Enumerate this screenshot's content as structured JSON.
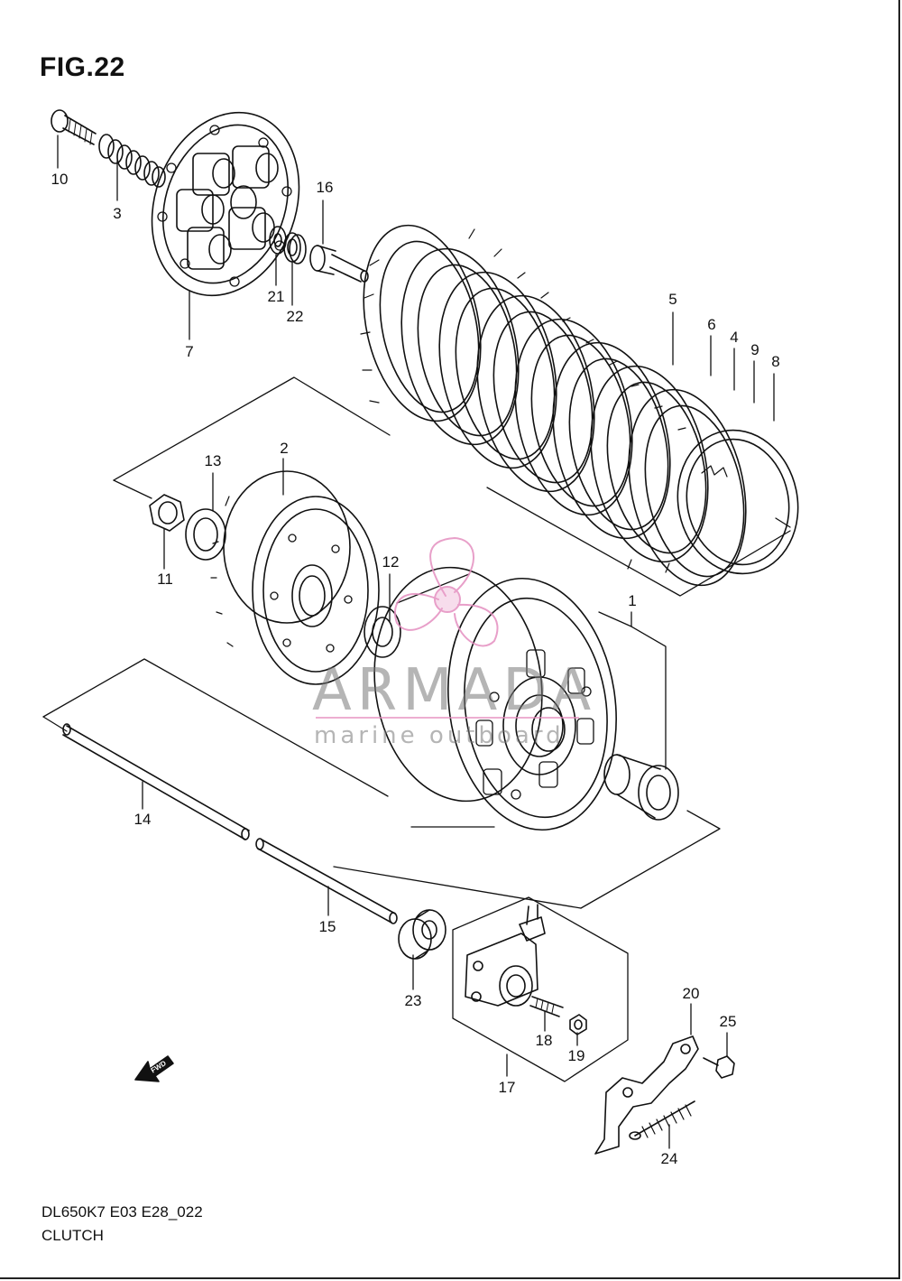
{
  "figure": {
    "title": "FIG.22"
  },
  "callouts": [
    {
      "id": "c10",
      "label": "10"
    },
    {
      "id": "c3",
      "label": "3"
    },
    {
      "id": "c7",
      "label": "7"
    },
    {
      "id": "c16",
      "label": "16"
    },
    {
      "id": "c21",
      "label": "21"
    },
    {
      "id": "c22",
      "label": "22"
    },
    {
      "id": "c5",
      "label": "5"
    },
    {
      "id": "c6",
      "label": "6"
    },
    {
      "id": "c4",
      "label": "4"
    },
    {
      "id": "c9",
      "label": "9"
    },
    {
      "id": "c8",
      "label": "8"
    },
    {
      "id": "c13",
      "label": "13"
    },
    {
      "id": "c2",
      "label": "2"
    },
    {
      "id": "c11",
      "label": "11"
    },
    {
      "id": "c12",
      "label": "12"
    },
    {
      "id": "c1",
      "label": "1"
    },
    {
      "id": "c14",
      "label": "14"
    },
    {
      "id": "c15",
      "label": "15"
    },
    {
      "id": "c23",
      "label": "23"
    },
    {
      "id": "c20",
      "label": "20"
    },
    {
      "id": "c25",
      "label": "25"
    },
    {
      "id": "c18",
      "label": "18"
    },
    {
      "id": "c19",
      "label": "19"
    },
    {
      "id": "c17",
      "label": "17"
    },
    {
      "id": "c24",
      "label": "24"
    }
  ],
  "fwd_label": "FWD",
  "watermark": {
    "name": "ARMADA",
    "sub": "marine outboard",
    "accent": "#e48fc0"
  },
  "footer": {
    "code": "DL650K7 E03 E28_022",
    "name": "CLUTCH"
  }
}
